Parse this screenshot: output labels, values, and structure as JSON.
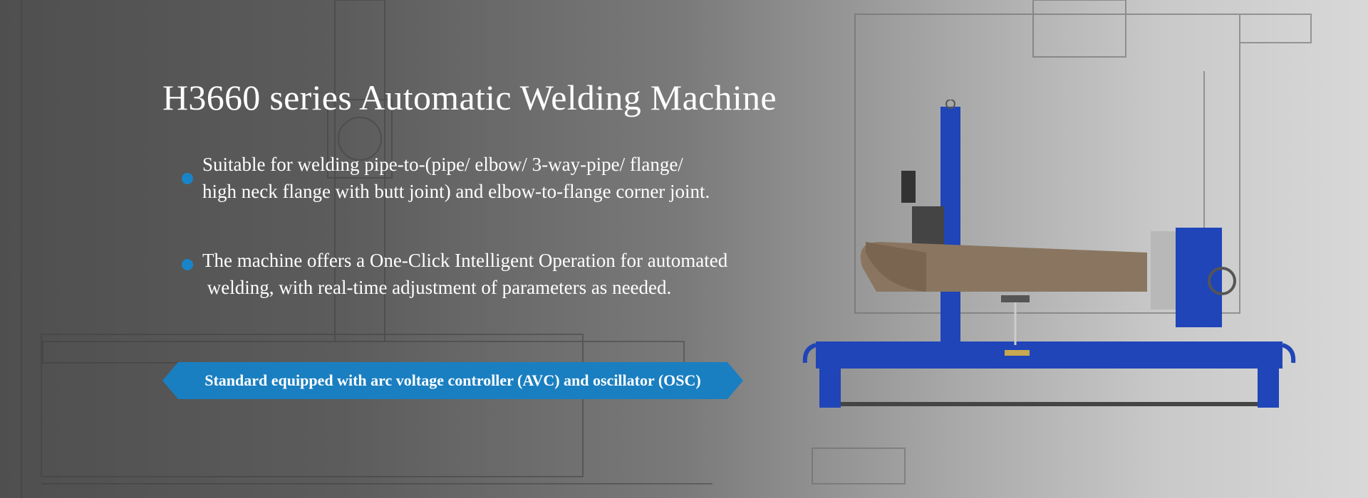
{
  "title": "H3660 series Automatic Welding Machine",
  "features": [
    {
      "text": "Suitable for welding pipe-to-(pipe/ elbow/ 3-way-pipe/ flange/\nhigh neck flange with butt joint) and elbow-to-flange corner joint."
    },
    {
      "text": "The machine offers a One-Click Intelligent Operation for automated\n welding, with real-time adjustment of parameters as needed."
    }
  ],
  "banner": "Standard equipped with arc voltage controller (AVC) and oscillator (OSC)",
  "colors": {
    "accent": "#1a7fc1",
    "machine": "#1f45b8",
    "pipe": "#8a7660"
  }
}
